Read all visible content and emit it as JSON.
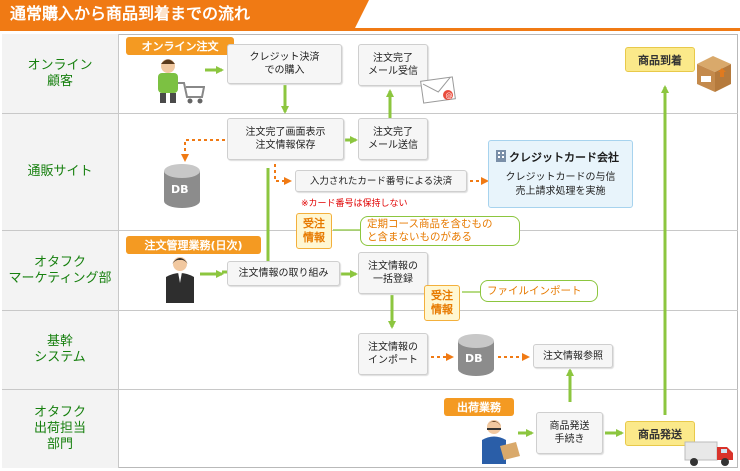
{
  "title": "通常購入から商品到着までの流れ",
  "lanes": [
    "オンライン\n顧客",
    "通販サイト",
    "オタフク\nマーケティング部",
    "基幹\nシステム",
    "オタフク\n出荷担当\n部門"
  ],
  "tags": {
    "online_order": "オンライン注文",
    "order_management": "注文管理業務(日次)",
    "shipping_work": "出荷業務",
    "product_arrival": "商品到着",
    "product_shipping": "商品発送"
  },
  "boxes": {
    "credit_purchase": "クレジット決済\nでの購入",
    "mail_received": "注文完了\nメール受信",
    "order_complete_display": "注文完了画面表示\n注文情報保存",
    "mail_sent": "注文完了\nメール送信",
    "card_settlement": "入力されたカード番号による決済",
    "order_intake": "注文情報の取り組み",
    "bulk_register": "注文情報の\n一括登録",
    "import_order": "注文情報の\nインポート",
    "order_reference": "注文情報参照",
    "shipping_procedure": "商品発送\n手続き"
  },
  "credit_company": {
    "name": "クレジットカード会社",
    "desc": "クレジットカードの与信\n売上請求処理を実施"
  },
  "card_note": "※カード番号は保持しない",
  "juchu_label": "受注\n情報",
  "notes": {
    "regular_course": "定期コース商品を含むもの\nと含まないものがある",
    "file_import": "ファイルインポート"
  },
  "db_label": "DB"
}
